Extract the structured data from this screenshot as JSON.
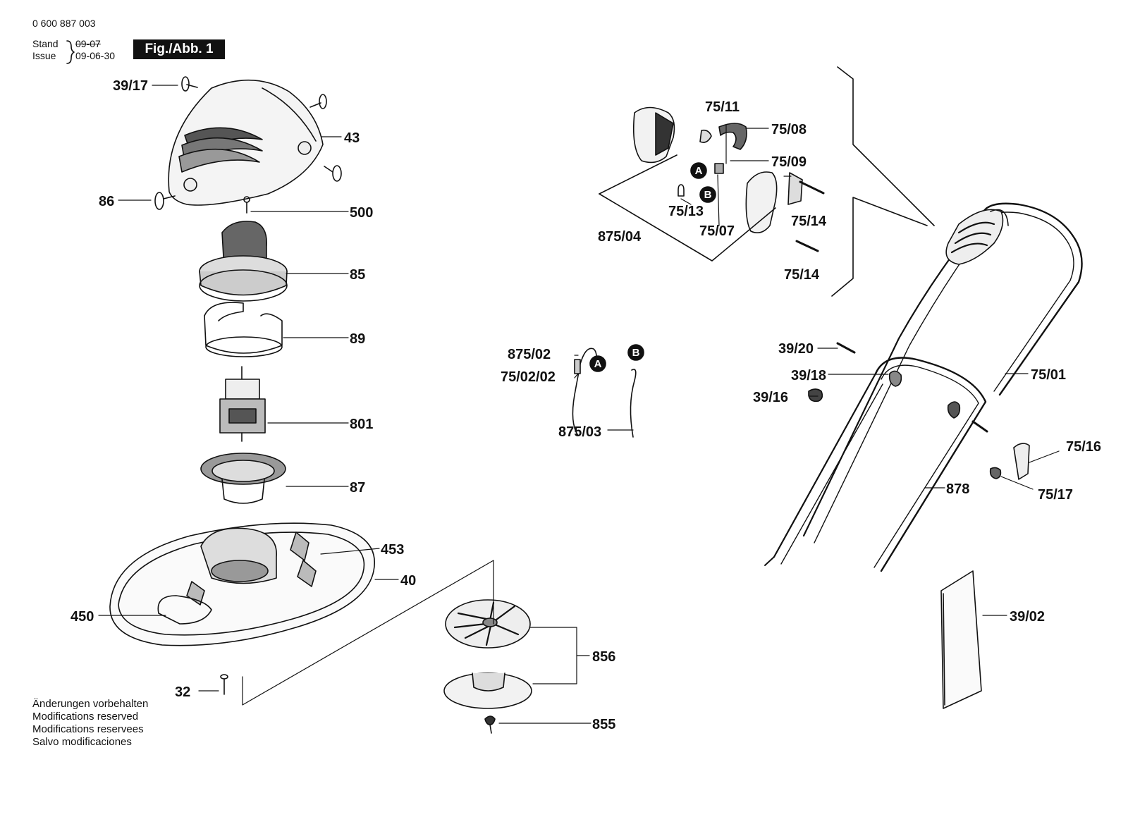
{
  "header": {
    "doc_number": "0 600 887 003",
    "stand_label": "Stand",
    "issue_label": "Issue",
    "stand_value_struck": "09-07",
    "issue_value": "09-06-30",
    "fig_badge": "Fig./Abb. 1"
  },
  "notes": [
    "Änderungen vorbehalten",
    "Modifications reserved",
    "Modifications reservees",
    "Salvo modificaciones"
  ],
  "callout_markers": [
    "A",
    "B"
  ],
  "part_labels": [
    "39/17",
    "43",
    "86",
    "500",
    "85",
    "89",
    "801",
    "87",
    "453",
    "40",
    "450",
    "32",
    "856",
    "855",
    "75/11",
    "75/08",
    "75/09",
    "75/13",
    "75/07",
    "875/04",
    "75/14",
    "75/14",
    "875/02",
    "75/02/02",
    "875/03",
    "39/20",
    "39/18",
    "39/16",
    "75/01",
    "75/16",
    "878",
    "75/17",
    "39/02"
  ]
}
